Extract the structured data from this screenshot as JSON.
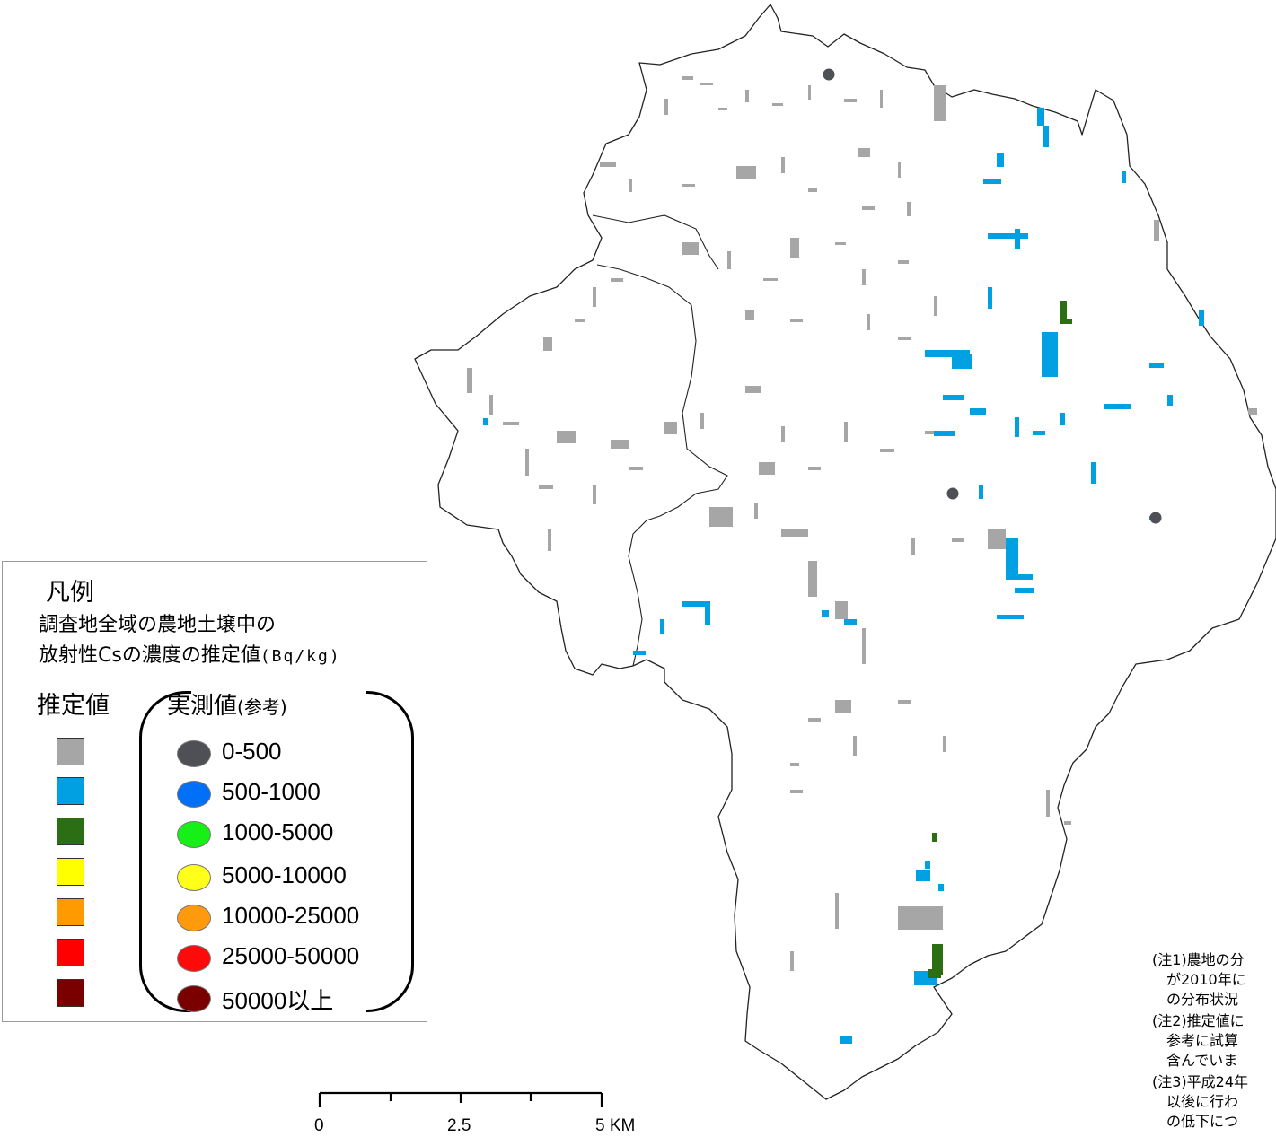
{
  "legend": {
    "title": "凡例",
    "subtitle_line1": "調査地全域の農地土壌中の",
    "subtitle_line2": "放射性Csの濃度の推定値",
    "unit": "(Bq/kg)",
    "estimated_header": "推定値",
    "measured_header": "実測値",
    "measured_header_paren": "(参考)",
    "classes": [
      {
        "range": "0-500",
        "square_color": "#a6a6a6",
        "dot_color": "#4f5055"
      },
      {
        "range": "500-1000",
        "square_color": "#00a0e3",
        "dot_color": "#0070f8"
      },
      {
        "range": "1000-5000",
        "square_color": "#2b6e13",
        "dot_color": "#17f017"
      },
      {
        "range": "5000-10000",
        "square_color": "#ffff00",
        "dot_color": "#ffff1a"
      },
      {
        "range": "10000-25000",
        "square_color": "#ff9a00",
        "dot_color": "#ff9a0d"
      },
      {
        "range": "25000-50000",
        "square_color": "#ff0000",
        "dot_color": "#ff0a0a"
      },
      {
        "range": "50000以上",
        "square_color": "#7a0000",
        "dot_color": "#7a0000"
      }
    ]
  },
  "scale_bar": {
    "labels": [
      "0",
      "2.5",
      "5 KM"
    ]
  },
  "notes": [
    "(注1)農地の分",
    "　が2010年に",
    "　の分布状況",
    "(注2)推定値に",
    "　参考に試算",
    "　含んでいま",
    "(注3)平成24年",
    "　以後に行わ",
    "　の低下につ"
  ],
  "map": {
    "boundary_color": "#222222",
    "measured_points_class": "0-500"
  }
}
